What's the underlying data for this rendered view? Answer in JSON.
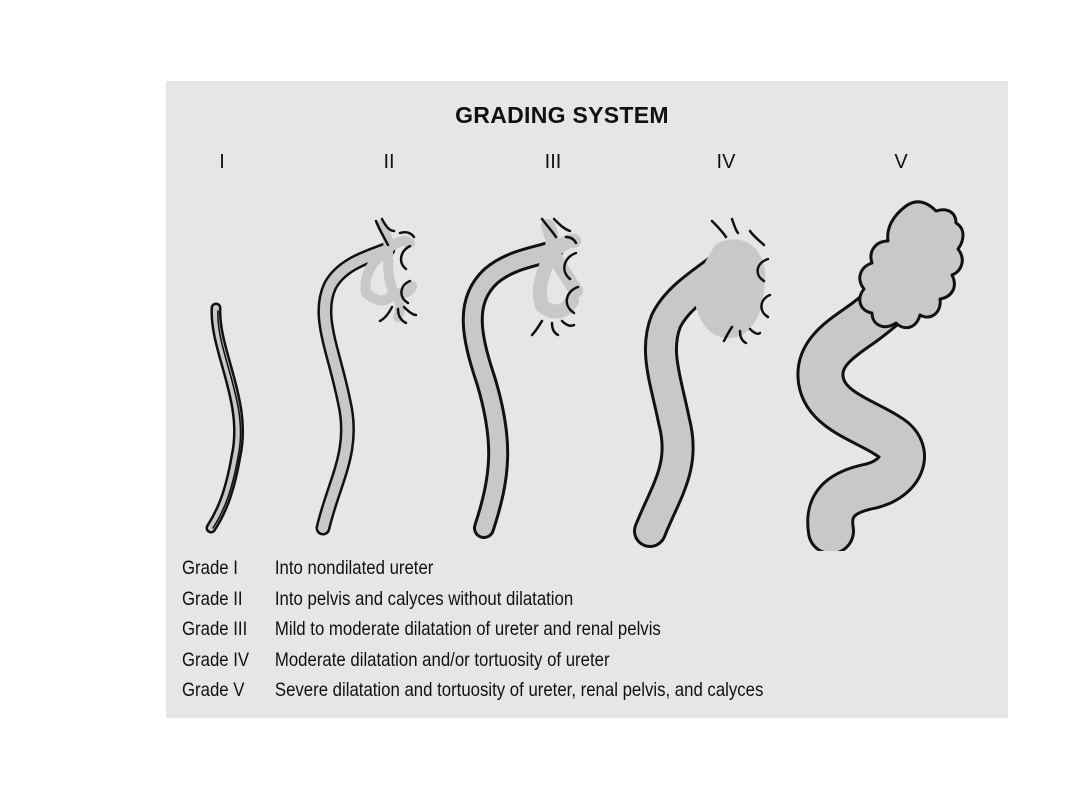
{
  "title": "GRADING SYSTEM",
  "grades": [
    {
      "numeral": "I",
      "label": "Grade I",
      "description": "Into nondilated ureter"
    },
    {
      "numeral": "II",
      "label": "Grade II",
      "description": "Into pelvis and calyces without dilatation"
    },
    {
      "numeral": "III",
      "label": "Grade III",
      "description": "Mild to moderate dilatation of ureter and renal pelvis"
    },
    {
      "numeral": "IV",
      "label": "Grade IV",
      "description": "Moderate dilatation and/or tortuosity of ureter"
    },
    {
      "numeral": "V",
      "label": "Grade V",
      "description": "Severe dilatation and tortuosity of ureter, renal pelvis, and calyces"
    }
  ],
  "colors": {
    "panel": "#e6e6e6",
    "fill": "#c8c8c8",
    "stroke": "#111111"
  }
}
